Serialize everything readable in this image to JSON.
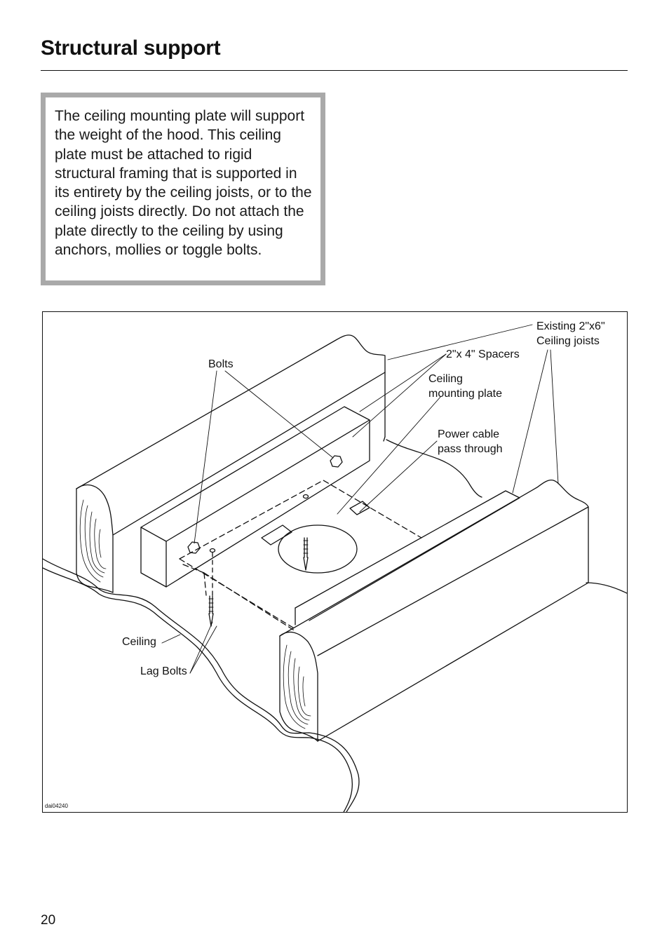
{
  "page": {
    "title": "Structural support",
    "page_number": "20"
  },
  "note": {
    "text": "The ceiling mounting plate will support the weight of the hood. This ceiling plate must be attached to rigid structural framing that is supported in its entirety by the ceiling joists, or to the ceiling joists directly. Do not attach the plate directly to the ceiling by using anchors, mollies or toggle bolts."
  },
  "figure": {
    "code": "dai04240",
    "labels": {
      "joists_1": "Existing 2\"x6\"",
      "joists_2": "Ceiling joists",
      "spacers": "2\"x 4\" Spacers",
      "plate_1": "Ceiling",
      "plate_2": "mounting plate",
      "power_1": "Power cable",
      "power_2": "pass through",
      "bolts": "Bolts",
      "ceiling": "Ceiling",
      "lag_bolts": "Lag Bolts"
    }
  }
}
